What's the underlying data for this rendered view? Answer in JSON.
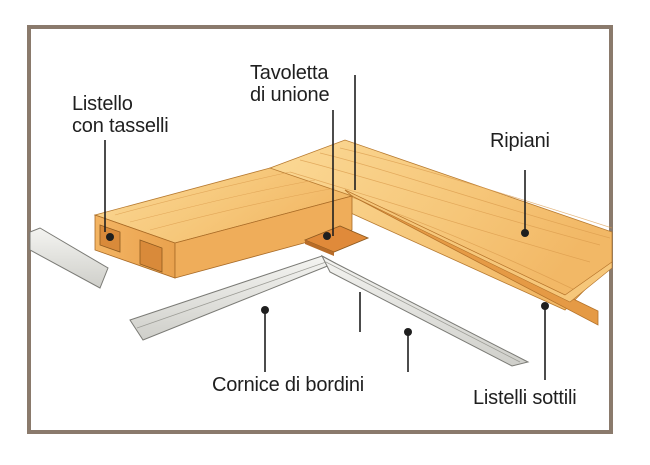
{
  "labels": {
    "listello_line1": "Listello",
    "listello_line2": "con tasselli",
    "tavoletta_line1": "Tavoletta",
    "tavoletta_line2": "di unione",
    "ripiani": "Ripiani",
    "cornice": "Cornice di bordini",
    "listelli_sottili": "Listelli sottili"
  },
  "colors": {
    "frame": "#8a7a6c",
    "wood_light": "#f7cf86",
    "wood_mid": "#f0b565",
    "wood_dark": "#d98a3a",
    "molding": "#e6e6e2",
    "ink": "#1f1f1f"
  }
}
